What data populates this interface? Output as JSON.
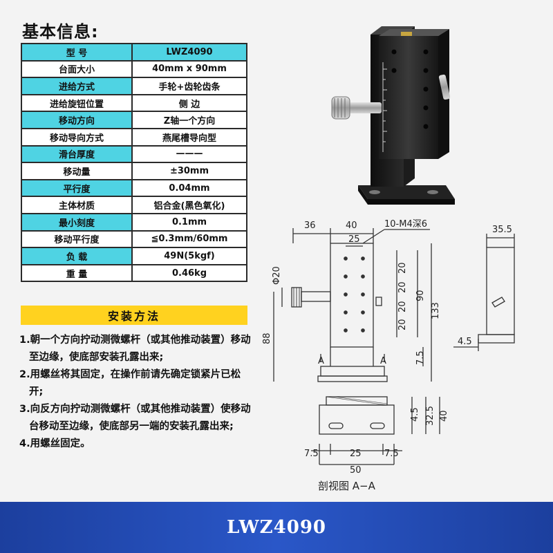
{
  "title": "基本信息:",
  "spec_table": {
    "header": {
      "key": "型    号",
      "value": "LWZ4090"
    },
    "rows": [
      {
        "key": "台面大小",
        "value": "40mm x 90mm"
      },
      {
        "key": "进给方式",
        "value": "手轮+齿轮齿条"
      },
      {
        "key": "进给旋钮位置",
        "value": "侧 边"
      },
      {
        "key": "移动方向",
        "value": "Z轴一个方向"
      },
      {
        "key": "移动导向方式",
        "value": "燕尾槽导向型"
      },
      {
        "key": "滑台厚度",
        "value": "———"
      },
      {
        "key": "移动量",
        "value": "±30mm"
      },
      {
        "key": "平行度",
        "value": "0.04mm"
      },
      {
        "key": "主体材质",
        "value": "铝合金(黑色氧化)"
      },
      {
        "key": "最小刻度",
        "value": "0.1mm"
      },
      {
        "key": "移动平行度",
        "value": "≦0.3mm/60mm"
      },
      {
        "key": "负    载",
        "value": "49N(5kgf)"
      },
      {
        "key": "重    量",
        "value": "0.46kg"
      }
    ],
    "colors": {
      "cyan": "#4fd3e3",
      "white": "#ffffff"
    }
  },
  "install": {
    "title": "安装方法",
    "color": "#ffd21f",
    "steps": [
      "1.朝一个方向拧动测微螺杆（或其他推动装置）移动至边缘，使底部安装孔露出来;",
      "2.用螺丝将其固定，在操作前请先确定锁紧片已松开;",
      "3.向反方向拧动测微螺杆（或其他推动装置）使移动台移动至边缘，使底部另一端的安装孔露出来;",
      "4.用螺丝固定。"
    ]
  },
  "drawing": {
    "dims": {
      "d36": "36",
      "d40": "40",
      "d25": "25",
      "holes": "10-M4深6",
      "phi20": "Φ20",
      "d20": "20",
      "d90": "90",
      "d133": "133",
      "d88": "88",
      "d7_5": "7.5",
      "section_a": "A",
      "d35_5": "35.5",
      "d4_5": "4.5",
      "d32_5": "32.5",
      "d50": "50"
    },
    "section_caption": "剖视图 A−A"
  },
  "footer": {
    "label": "LWZ4090",
    "color": "#2a57c8"
  }
}
